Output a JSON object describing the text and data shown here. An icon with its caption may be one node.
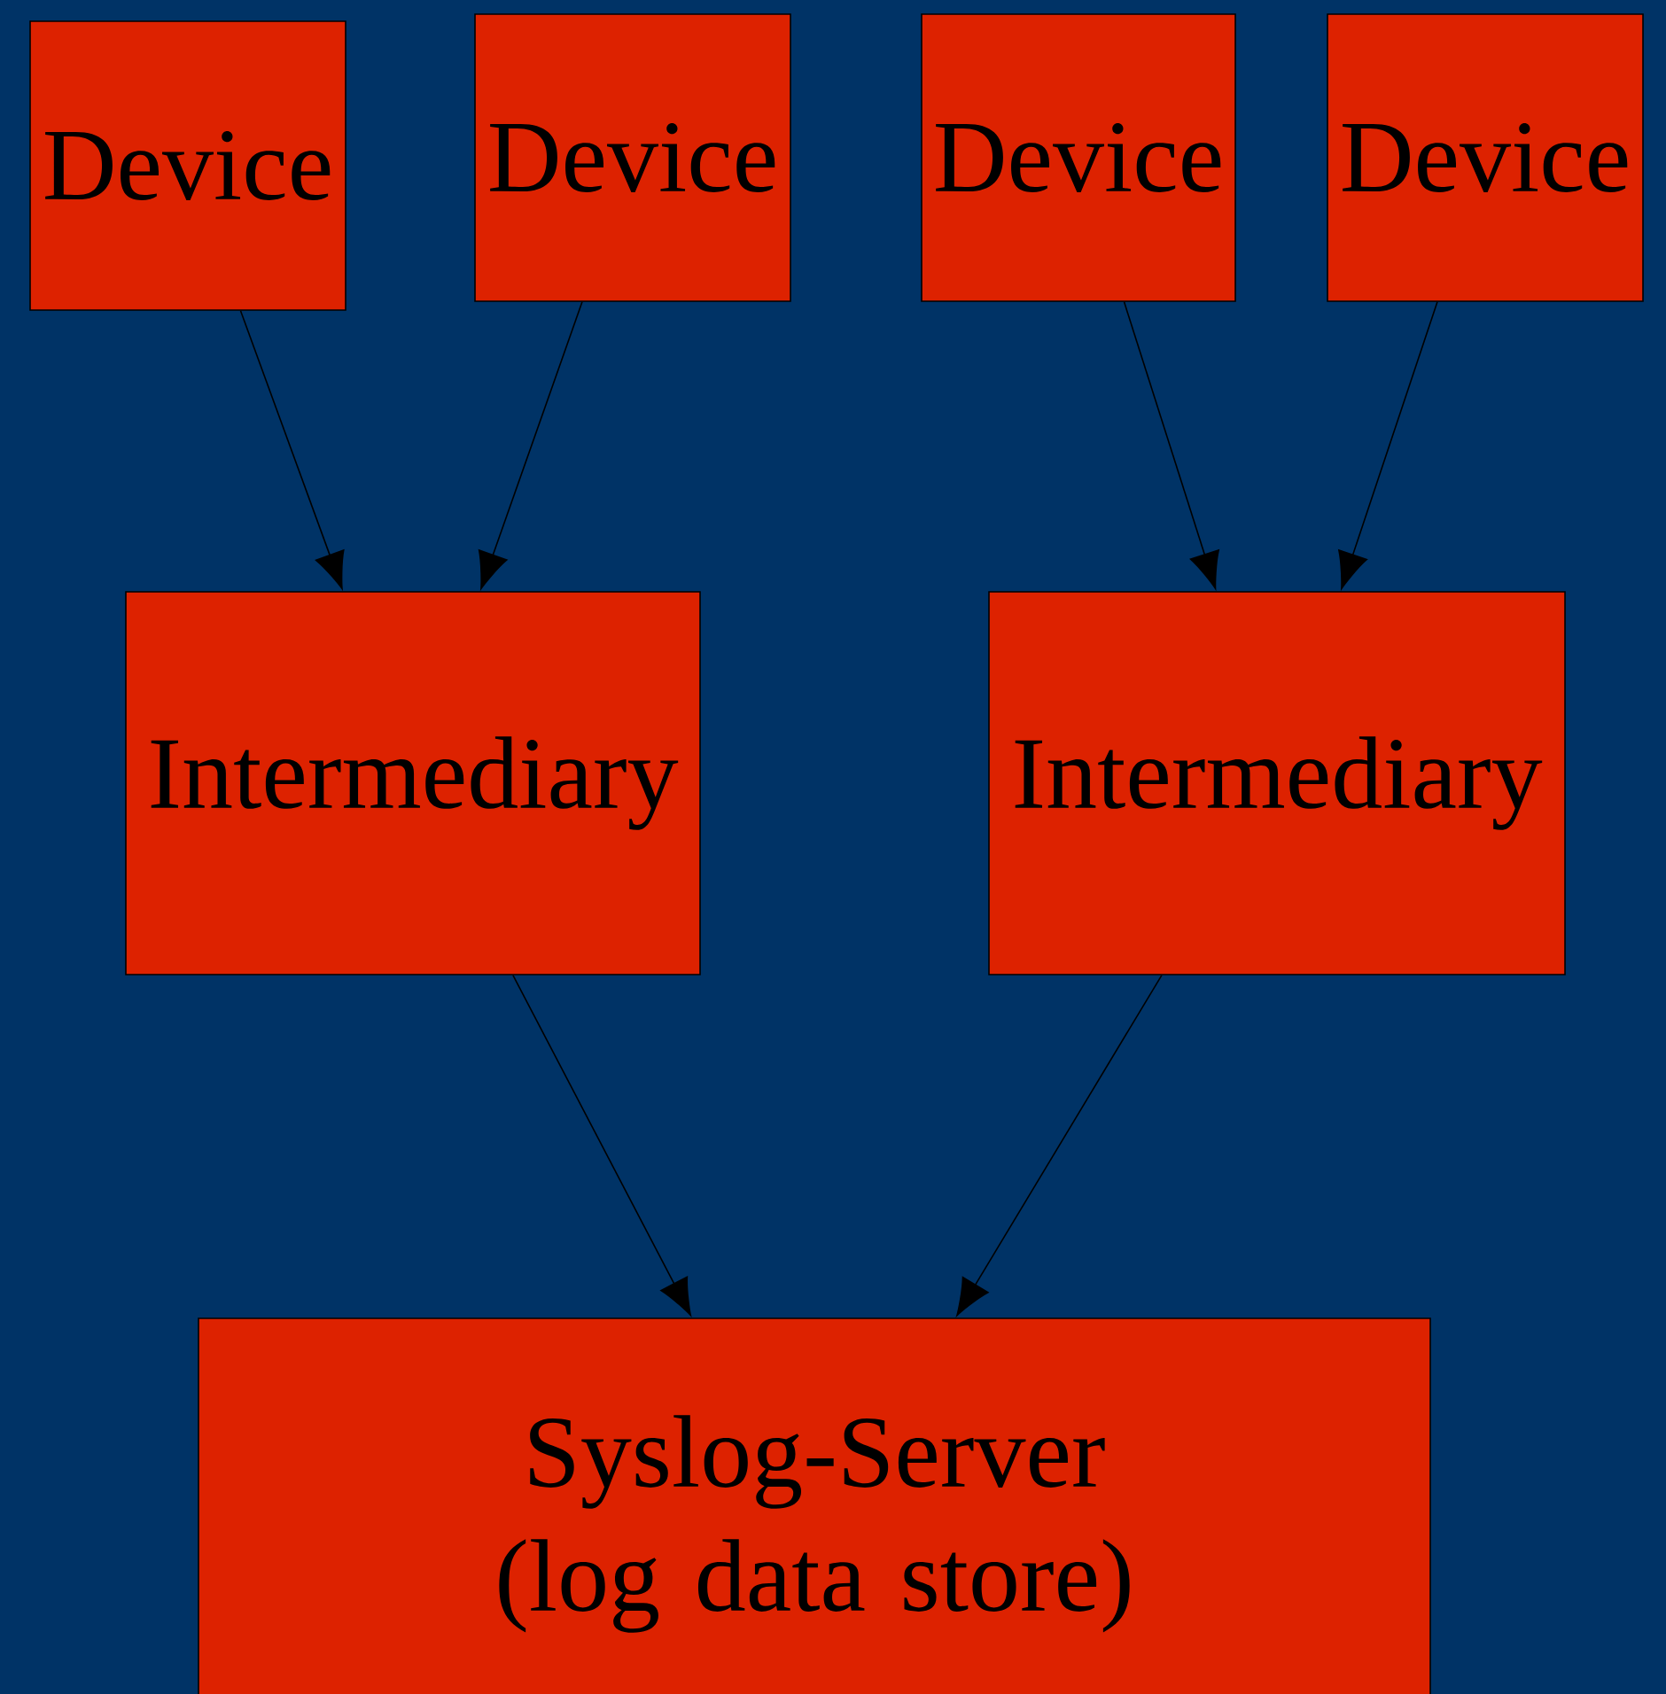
{
  "diagram": {
    "nodes": [
      {
        "text": [
          "Device"
        ]
      },
      {
        "text": [
          "Device"
        ]
      },
      {
        "text": [
          "Device"
        ]
      },
      {
        "text": [
          "Device"
        ]
      },
      {
        "text": [
          "Intermediary"
        ]
      },
      {
        "text": [
          "Intermediary"
        ]
      },
      {
        "text": [
          "Syslog-Server (log data store)"
        ]
      }
    ],
    "edges": [
      {
        "from": 0,
        "to": 4,
        "arrow": "to"
      },
      {
        "from": 1,
        "to": 4,
        "arrow": "to"
      },
      {
        "from": 2,
        "to": 5,
        "arrow": "to"
      },
      {
        "from": 3,
        "to": 5,
        "arrow": "to"
      },
      {
        "from": 4,
        "to": 6,
        "arrow": "to"
      },
      {
        "from": 5,
        "to": 6,
        "arrow": "to"
      }
    ]
  }
}
